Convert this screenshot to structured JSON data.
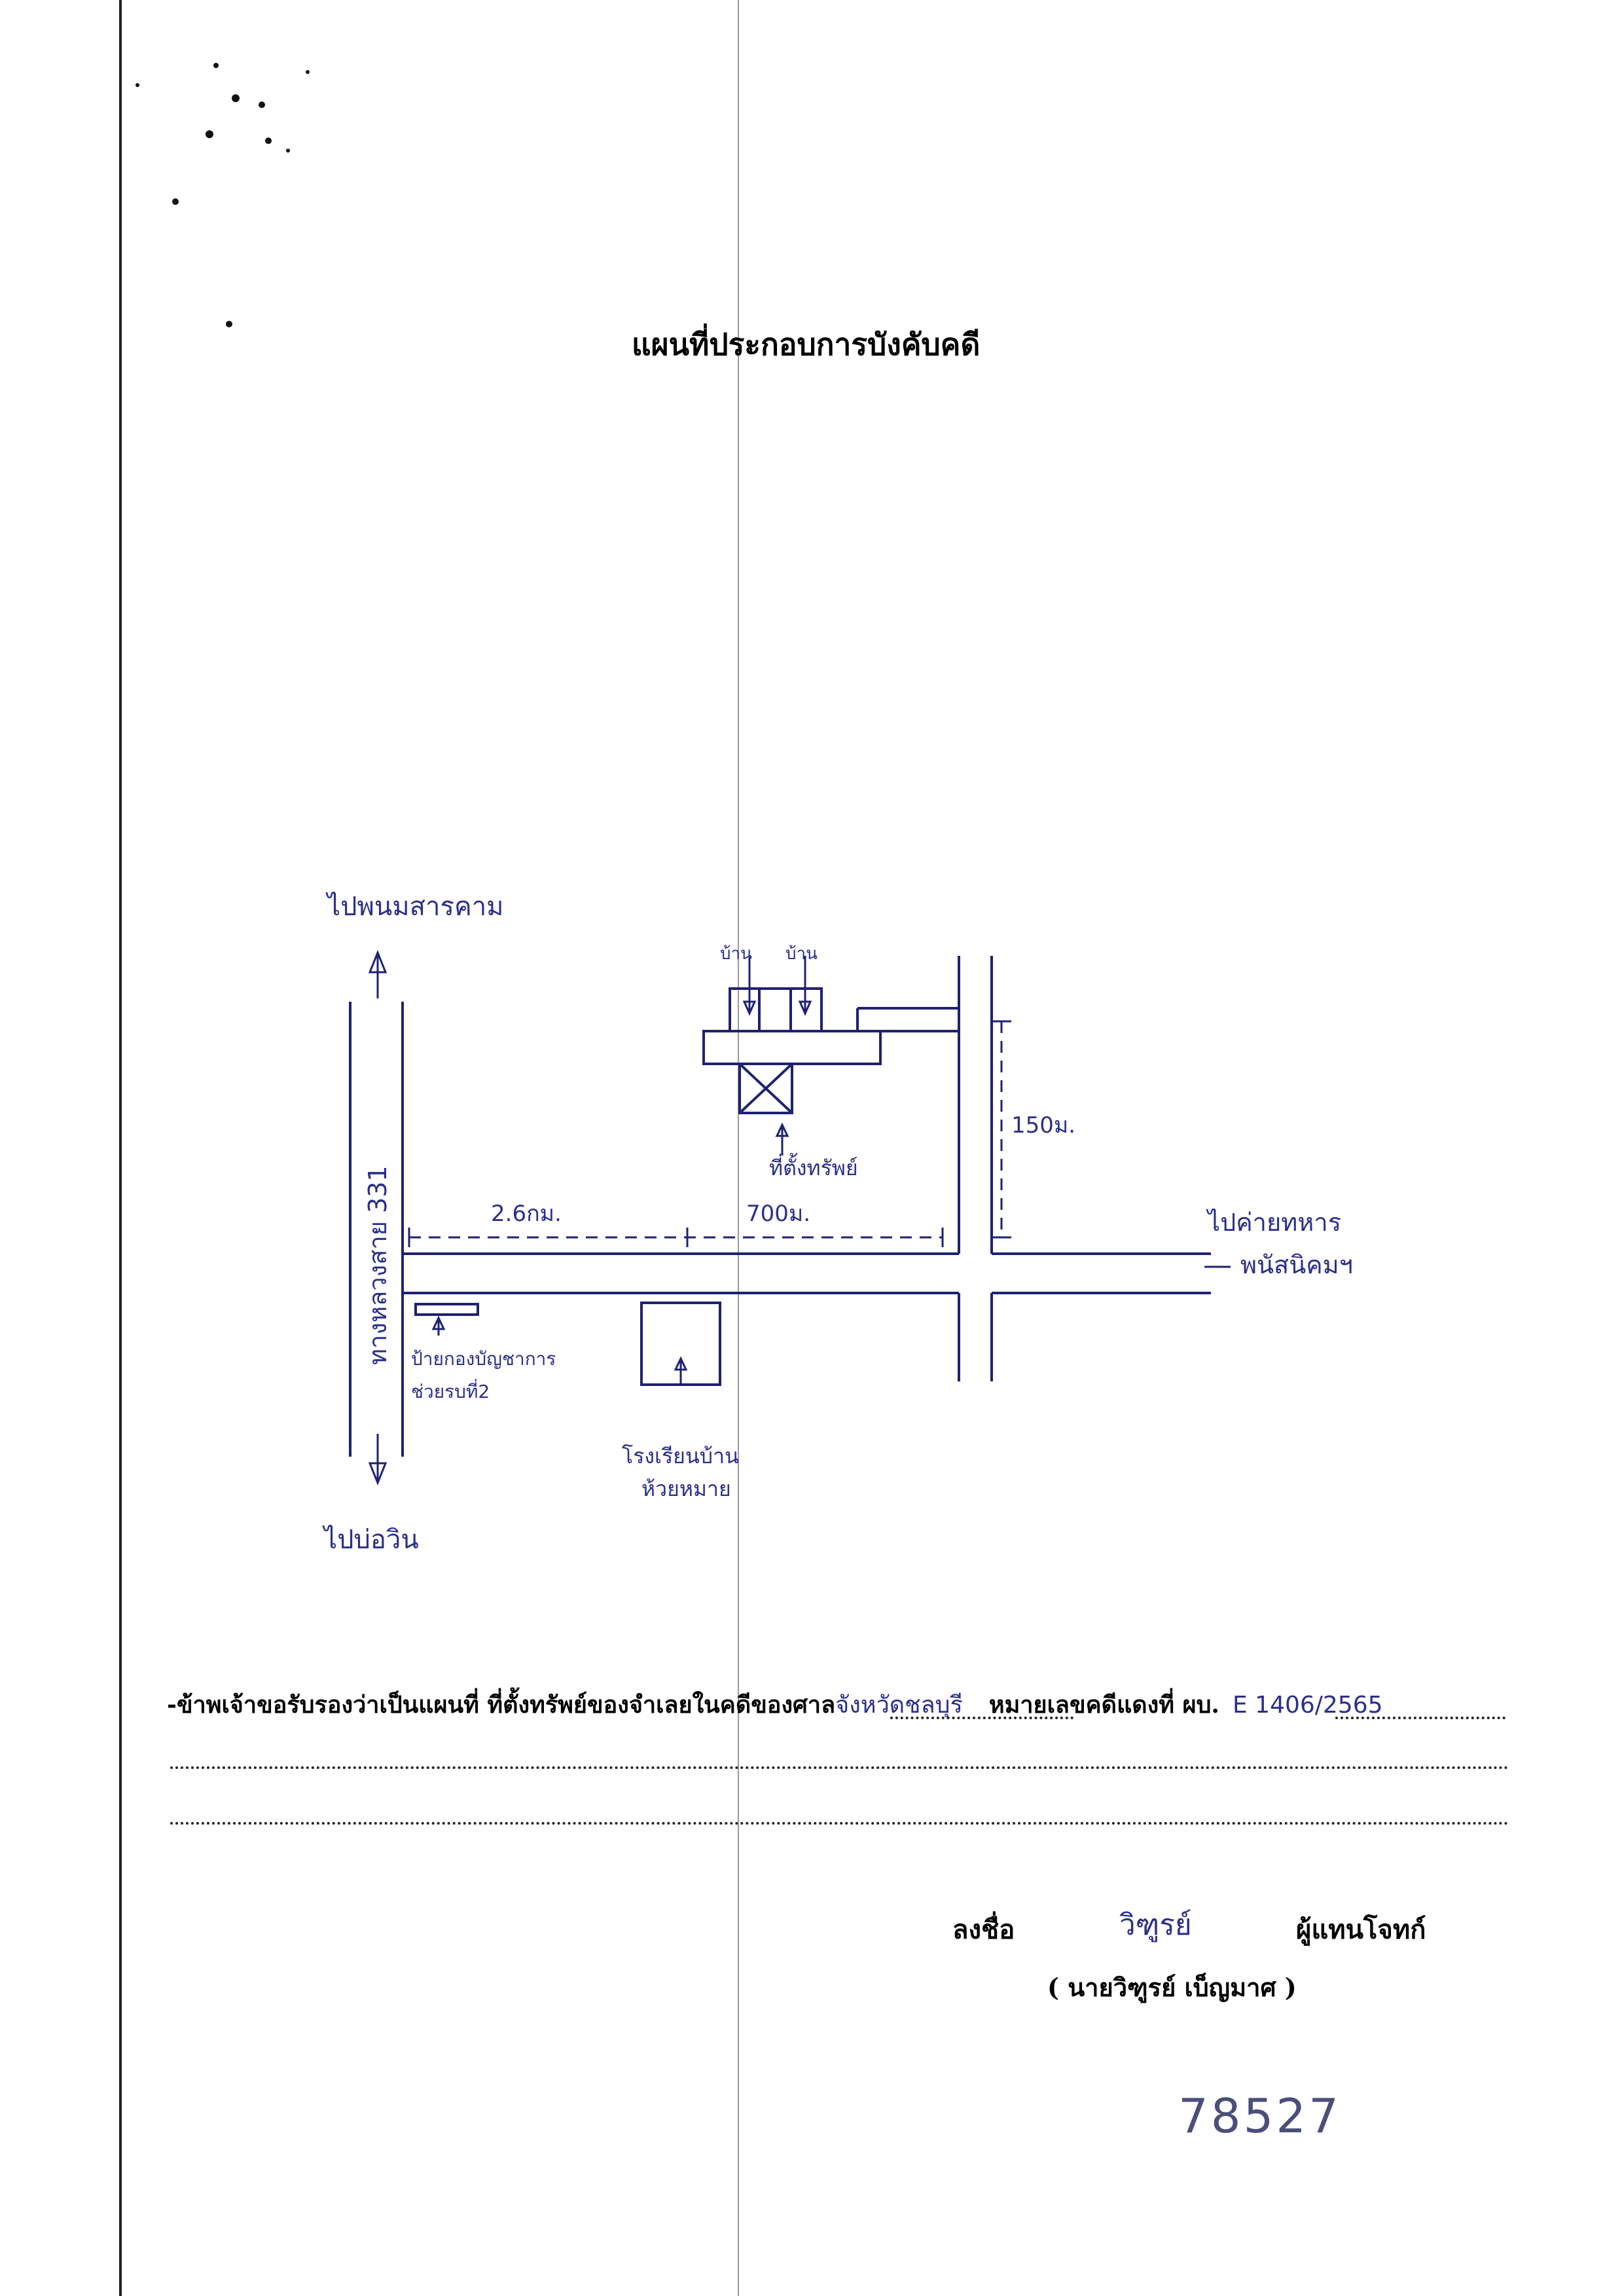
{
  "title": "แผนที่ประกอบการบังคับคดี",
  "map": {
    "labels": {
      "north_dest": "ไปพนมสารคาม",
      "south_dest": "ไปบ่อวิน",
      "east_dest_1": "ไปค่ายทหาร",
      "east_dest_2": "พนัสนิคมฯ",
      "highway": "ทางหลวงสาย 331",
      "dist_1": "2.6กม.",
      "dist_2": "700ม.",
      "dist_3": "150ม.",
      "house_1": "บ้าน",
      "house_2": "บ้าน",
      "property": "ที่ตั้งทรัพย์",
      "sign_1": "ป้ายกองบัญชาการ",
      "sign_2": "ช่วยรบที่2",
      "school_1": "โรงเรียนบ้าน",
      "school_2": "ห้วยหมาย"
    }
  },
  "certification": {
    "prefix": "-ข้าพเจ้าขอรับรองว่าเป็นแผนที่ ที่ตั้งทรัพย์ของจำเลยในคดีของศาล",
    "court": "จังหวัดชลบุรี",
    "case_label": "หมายเลขคดีแดงที่ ผบ.",
    "case_number": "E 1406/2565"
  },
  "signature": {
    "label": "ลงชื่อ",
    "signature_mark": "วิฑูรย์",
    "role": "ผู้แทนโจทก์",
    "name": "( นายวิฑูรย์ เบ็ญมาศ )"
  },
  "reference_number": "78527"
}
